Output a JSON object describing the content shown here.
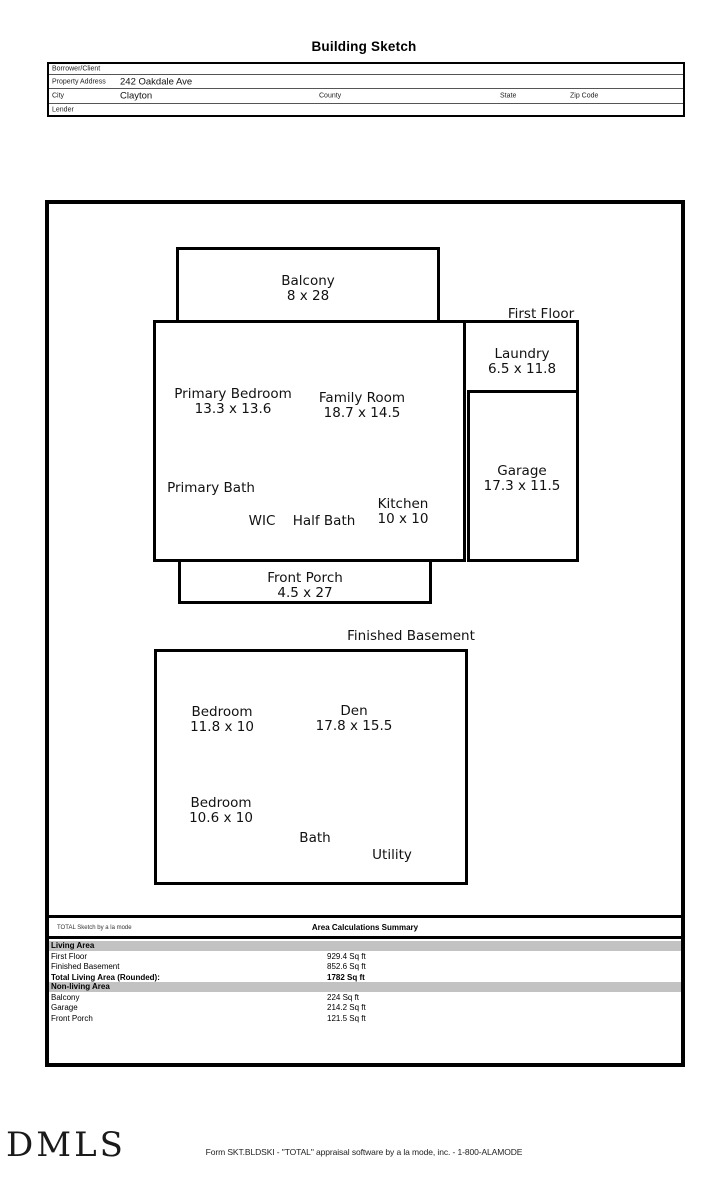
{
  "title": "Building Sketch",
  "form": {
    "borrower_label": "Borrower/Client",
    "property_address_label": "Property Address",
    "property_address_value": "242 Oakdale Ave",
    "city_label": "City",
    "city_value": "Clayton",
    "county_label": "County",
    "state_label": "State",
    "zip_label": "Zip Code",
    "lender_label": "Lender"
  },
  "sketch": {
    "first_floor_label": "First Floor",
    "basement_label": "Finished Basement",
    "rooms": {
      "balcony": {
        "name": "Balcony",
        "dims": "8 x 28"
      },
      "laundry": {
        "name": "Laundry",
        "dims": "6.5 x 11.8"
      },
      "primary_bedroom": {
        "name": "Primary Bedroom",
        "dims": "13.3 x 13.6"
      },
      "family_room": {
        "name": "Family Room",
        "dims": "18.7 x 14.5"
      },
      "garage": {
        "name": "Garage",
        "dims": "17.3 x 11.5"
      },
      "primary_bath": {
        "name": "Primary Bath"
      },
      "wic": {
        "name": "WIC"
      },
      "half_bath": {
        "name": "Half Bath"
      },
      "kitchen": {
        "name": "Kitchen",
        "dims": "10 x 10"
      },
      "front_porch": {
        "name": "Front Porch",
        "dims": "4.5 x 27"
      },
      "bedroom1": {
        "name": "Bedroom",
        "dims": "11.8 x 10"
      },
      "den": {
        "name": "Den",
        "dims": "17.8 x 15.5"
      },
      "bedroom2": {
        "name": "Bedroom",
        "dims": "10.6 x 10"
      },
      "bath": {
        "name": "Bath"
      },
      "utility": {
        "name": "Utility"
      }
    }
  },
  "summary": {
    "watermark": "TOTAL Sketch by a la mode",
    "title": "Area Calculations Summary",
    "living": {
      "header": "Living Area",
      "rows": [
        {
          "label": "First Floor",
          "value": "929.4 Sq ft"
        },
        {
          "label": "Finished Basement",
          "value": "852.6 Sq ft"
        },
        {
          "label": "Total Living Area (Rounded):",
          "value": "1782 Sq ft"
        }
      ]
    },
    "nonliving": {
      "header": "Non-living Area",
      "rows": [
        {
          "label": "Balcony",
          "value": "224 Sq ft"
        },
        {
          "label": "Garage",
          "value": "214.2 Sq ft"
        },
        {
          "label": "Front Porch",
          "value": "121.5 Sq ft"
        }
      ]
    }
  },
  "footer": {
    "logo": "DMLS",
    "text": "Form SKT.BLDSKI - \"TOTAL\" appraisal software by a la mode, inc. - 1-800-ALAMODE"
  },
  "colors": {
    "section_bar": "#c2c2c2",
    "line": "#000000"
  }
}
